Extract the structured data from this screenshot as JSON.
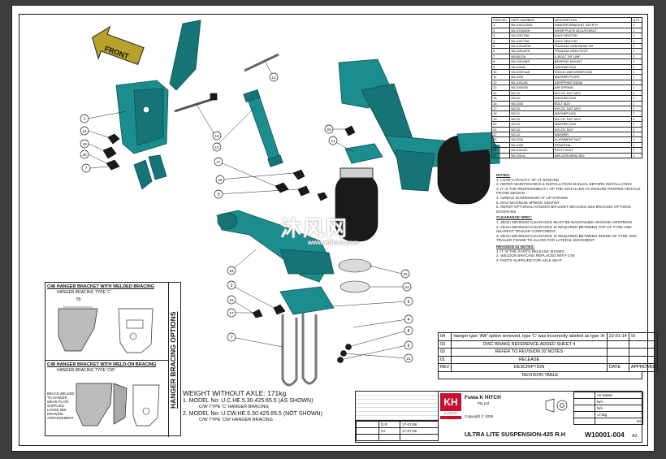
{
  "parts_table": {
    "headers": [
      "ITEM NO.",
      "PART NUMBER",
      "DESCRIPTION",
      "QTY."
    ],
    "rows": [
      [
        "1",
        "WL10011234S",
        "HANGER BRACKET 425 R.H",
        "1"
      ],
      [
        "2",
        "WL1010ADK",
        "WEAR PLATE ADJUSTABLE",
        "1"
      ],
      [
        "3",
        "WL1001T8A",
        "AXLE SEAT RH",
        "1"
      ],
      [
        "4",
        "WL1001T8A",
        "AXLE SEAT RH",
        "1"
      ],
      [
        "5",
        "WL1001ARM",
        "TRAILING ARM BEAM RH",
        "1"
      ],
      [
        "6",
        "WL1001APS",
        "TRAILING ARM PIVOT",
        "1"
      ],
      [
        "7",
        "WS0012A",
        "U-BOLT 7/8\" UNF",
        "2"
      ],
      [
        "8",
        "WL1001ABS",
        "BEARING MOUNT",
        "1"
      ],
      [
        "9",
        "WL1001B",
        "WASHER M24",
        "2"
      ],
      [
        "10",
        "WL1002SAB",
        "SHOCK ABSORBER M20",
        "1"
      ],
      [
        "11",
        "WL1004",
        "WASHER PLATE",
        "1"
      ],
      [
        "12",
        "WL1001AB",
        "AIRSPRING BEAM",
        "1"
      ],
      [
        "13",
        "WL1003GB",
        "AIR SPRING",
        "1"
      ],
      [
        "14",
        "WC10",
        "NYLOC NUT M24",
        "4"
      ],
      [
        "15",
        "WC10",
        "WASHER M24",
        "2"
      ],
      [
        "16",
        "WL1003",
        "BOLT M20",
        "1"
      ],
      [
        "17",
        "WC10",
        "NYLOC NUT M20",
        "2"
      ],
      [
        "18",
        "WC11",
        "WASHER M20",
        "2"
      ],
      [
        "19",
        "WC10",
        "NYLOC NUT M16",
        "4"
      ],
      [
        "20",
        "WC10",
        "WASHER M16",
        "2"
      ],
      [
        "21",
        "WC10",
        "NYLOC NUT",
        "4"
      ],
      [
        "22",
        "WC10",
        "WASHER",
        "2"
      ],
      [
        "23",
        "WL1004",
        "ALIGNMENT NUT",
        "1"
      ],
      [
        "24",
        "WL1005",
        "PEDESTAL",
        "1"
      ],
      [
        "25",
        "WL1001AC",
        "PIVOT BOLT",
        "1"
      ],
      [
        "26",
        "WL1001A",
        "WELDON BRACING",
        "1"
      ]
    ]
  },
  "notes": {
    "title": "NOTES:",
    "items": [
      "1. LOAD CAPACITY: 9T AT GROUND",
      "2. REFER MAINTENANCE & INSTALLATION MANUAL BEFORE INSTALLATION",
      "3. IT IS THE RESPONSIBILITY OF THE INSTALLER TO ENSURE PROPER VEHICLE FRAME DESIGN",
      "4. AIRBAG SUSPENSION AT UP-STROKE",
      "5. MAX MAXIMUM SPRING CENTER",
      "6. REFER OPTIONAL HANGER BRACKET BRACING SEE BRACING OPTIONS DIAGRAMS"
    ],
    "clearance_title": "CLEARANCE SPEC:",
    "clearance": [
      "1. 25mm MINIMUM CLEARANCE MUST BE MAINTAINED AROUND AIRSPRING",
      "2. 25mm MINIMUM CLEARANCE IS REQUIRED BETWEEN TOP OF TYRE AND NEAREST TRAILER COMPONENT",
      "3. 25mm MINIMUM CLEARANCE IS REQUIRED BETWEEN INSIDE OF TYRE AND TRAILER FRAME TO ALLOW FOR LATERAL MOVEMENT"
    ],
    "revision_title": "REVISION 02 NOTES:",
    "revision": [
      "1. IT IS THE SAFE'S RELEASE SHOWN",
      "2. WELDON BRACING REPLACED WITH C/W",
      "3. PARTS SUPPLIED FOR AXLE SEAT"
    ]
  },
  "revision_table": {
    "title": "REVISION TABLE",
    "rows": [
      {
        "rev": "04",
        "desc": "Hanger type 'AW' option removed, type 'C' was incorrectly labeled as type 'A'",
        "date": "22-01-14",
        "by": "SI"
      },
      {
        "rev": "03",
        "desc": "DISC BRAKE REFERENCE ADDED SHEET 4",
        "date": "",
        "by": ""
      },
      {
        "rev": "02",
        "desc": "REFER TO REVISION 02 NOTES",
        "date": "",
        "by": ""
      },
      {
        "rev": "01",
        "desc": "RELEASE",
        "date": "",
        "by": ""
      },
      {
        "rev": "REV",
        "desc": "DESCRIPTION",
        "date": "DATE",
        "by": "APPROVED"
      }
    ]
  },
  "bracing": {
    "vertical_title": "HANGER BRACING OPTIONS",
    "c_title": "C48 HANGER BRACKET WITH WELDED BRACING",
    "c_subtitle": "HANGER BRACING TYPE 'C'",
    "cw_title": "C48 HANGER BRACKET WITH WELD-ON BRACING",
    "cw_subtitle": "HANGER BRACING TYPE 'CW'",
    "dim": "55",
    "cw_note": "BRACE WELDED TO HANGER, WEAR PLATE SUPPLIED LOOSE SEE DRAWING ARRANGEMENT"
  },
  "weight": {
    "title": "WEIGHT WITHOUT AXLE: 171kg",
    "model1": "1.  MODEL No: U.C.HE.5.30.425.65.5 (AS SHOWN)",
    "model1_sub": "C/W TYPE 'C' HANGER BRACING",
    "model2": "2.  MODEL No: U.CW.HE.5.30.425.65.5 (NOT SHOWN)",
    "model2_sub": "C/W TYPE 'CW' HANGER BRACING"
  },
  "title_block": {
    "company": "Fuwa K HITCH",
    "company_sub": "Pty Ltd",
    "logo": "KH",
    "logo_sub": "K HITCH",
    "title": "ULTRA LITE SUSPENSION-425 R.H",
    "drawing_no": "W10001-004",
    "sheet_size": "A3",
    "scale": "As Noted",
    "mass": "171kg",
    "material": "N/A",
    "finish": "N/A",
    "rev": "04",
    "copyright": "Copyright © 2009",
    "drawn_by": "D.R",
    "checked_by": "S.I",
    "date1": "17-07-09",
    "date2": "17-07-09"
  },
  "front_label": "FRONT",
  "watermark": {
    "cn": "沐风网",
    "url": "www.mfcad.com"
  },
  "callouts": [
    "1",
    "2",
    "3",
    "4",
    "5",
    "6",
    "7",
    "8",
    "9",
    "10",
    "11",
    "12",
    "13",
    "14",
    "15",
    "16",
    "17",
    "18",
    "19",
    "20",
    "21",
    "22",
    "23",
    "24",
    "25",
    "26"
  ]
}
